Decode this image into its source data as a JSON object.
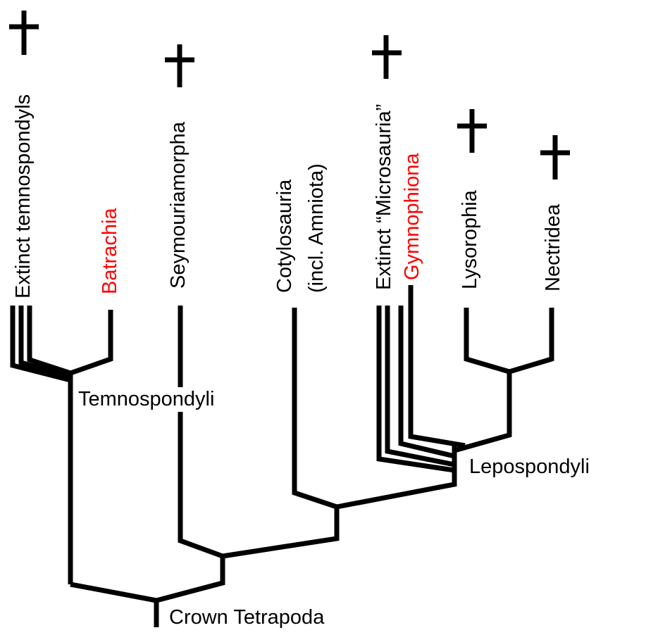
{
  "colors": {
    "line": "#000000",
    "living": "#ff0000",
    "extinct_text": "#000000"
  },
  "taxa": {
    "extinct_temnospondyls": {
      "label": "Extinct temnospondyls",
      "extinct": true
    },
    "batrachia": {
      "label": "Batrachia",
      "extinct": false
    },
    "seymouriamorpha": {
      "label": "Seymouriamorpha",
      "extinct": true
    },
    "cotylosauria_line1": "Cotylosauria",
    "cotylosauria_line2": "(incl. Amniota)",
    "extinct_microsauria": {
      "label": "Extinct “Microsauria”",
      "extinct": true
    },
    "gymnophiona": {
      "label": "Gymnophiona",
      "extinct": false
    },
    "lysorophia": {
      "label": "Lysorophia",
      "extinct": true
    },
    "nectridea": {
      "label": "Nectridea",
      "extinct": true
    }
  },
  "nodes": {
    "temnospondyli": "Temnospondyli",
    "lepospondyli": "Lepospondyli",
    "crown_tetrapoda": "Crown Tetrapoda"
  },
  "icons": {
    "extinct_marker": "dagger-icon"
  }
}
